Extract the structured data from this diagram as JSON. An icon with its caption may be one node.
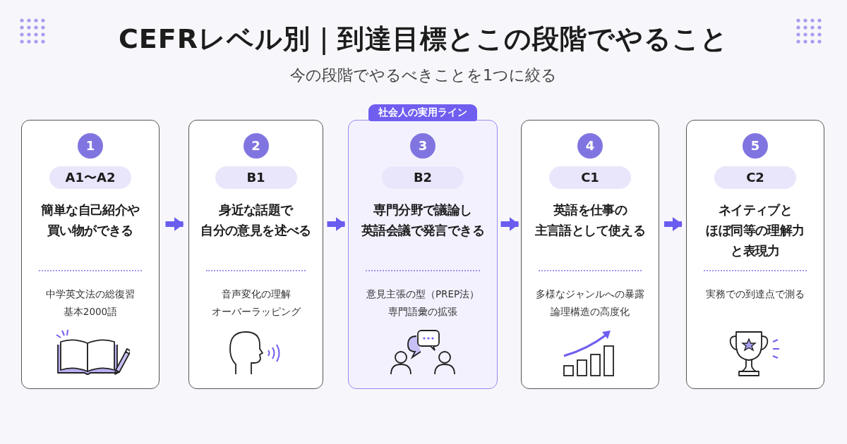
{
  "diagram": {
    "title": "CEFRレベル別｜到達目標とこの段階でやること",
    "nodes": [
      {
        "text": [
          "1",
          "A1〜A2",
          "簡単な自己紹介や買い物ができる",
          "中学英文法の総復習",
          "基本2000語"
        ]
      },
      {
        "text": [
          "2",
          "B1",
          "身近な話題で自分の意見を述べる",
          "音声変化の理解",
          "オーバーラッピング"
        ]
      },
      {
        "text": [
          "3",
          "B2",
          "専門分野で議論し英語会議で発言できる",
          "意見主張の型（PREP法）",
          "専門語彙の拡張"
        ],
        "beside": [
          "社会人の実用ライン"
        ]
      },
      {
        "text": [
          "4",
          "C1",
          "英語を仕事の主言語として使える",
          "多様なジャンルへの暴露",
          "論理構造の高度化"
        ]
      },
      {
        "text": [
          "5",
          "C2",
          "ネイティブとほぼ同等の理解力と表現力",
          "実務での到達点で測る"
        ]
      }
    ],
    "edges": [
      {
        "from": 0,
        "to": 1,
        "arrow": "to"
      },
      {
        "from": 1,
        "to": 2,
        "arrow": "to"
      },
      {
        "from": 2,
        "to": 3,
        "arrow": "to"
      },
      {
        "from": 3,
        "to": 4,
        "arrow": "to"
      }
    ],
    "labels": [
      "今の段階でやるべきことを1つに絞る"
    ]
  }
}
